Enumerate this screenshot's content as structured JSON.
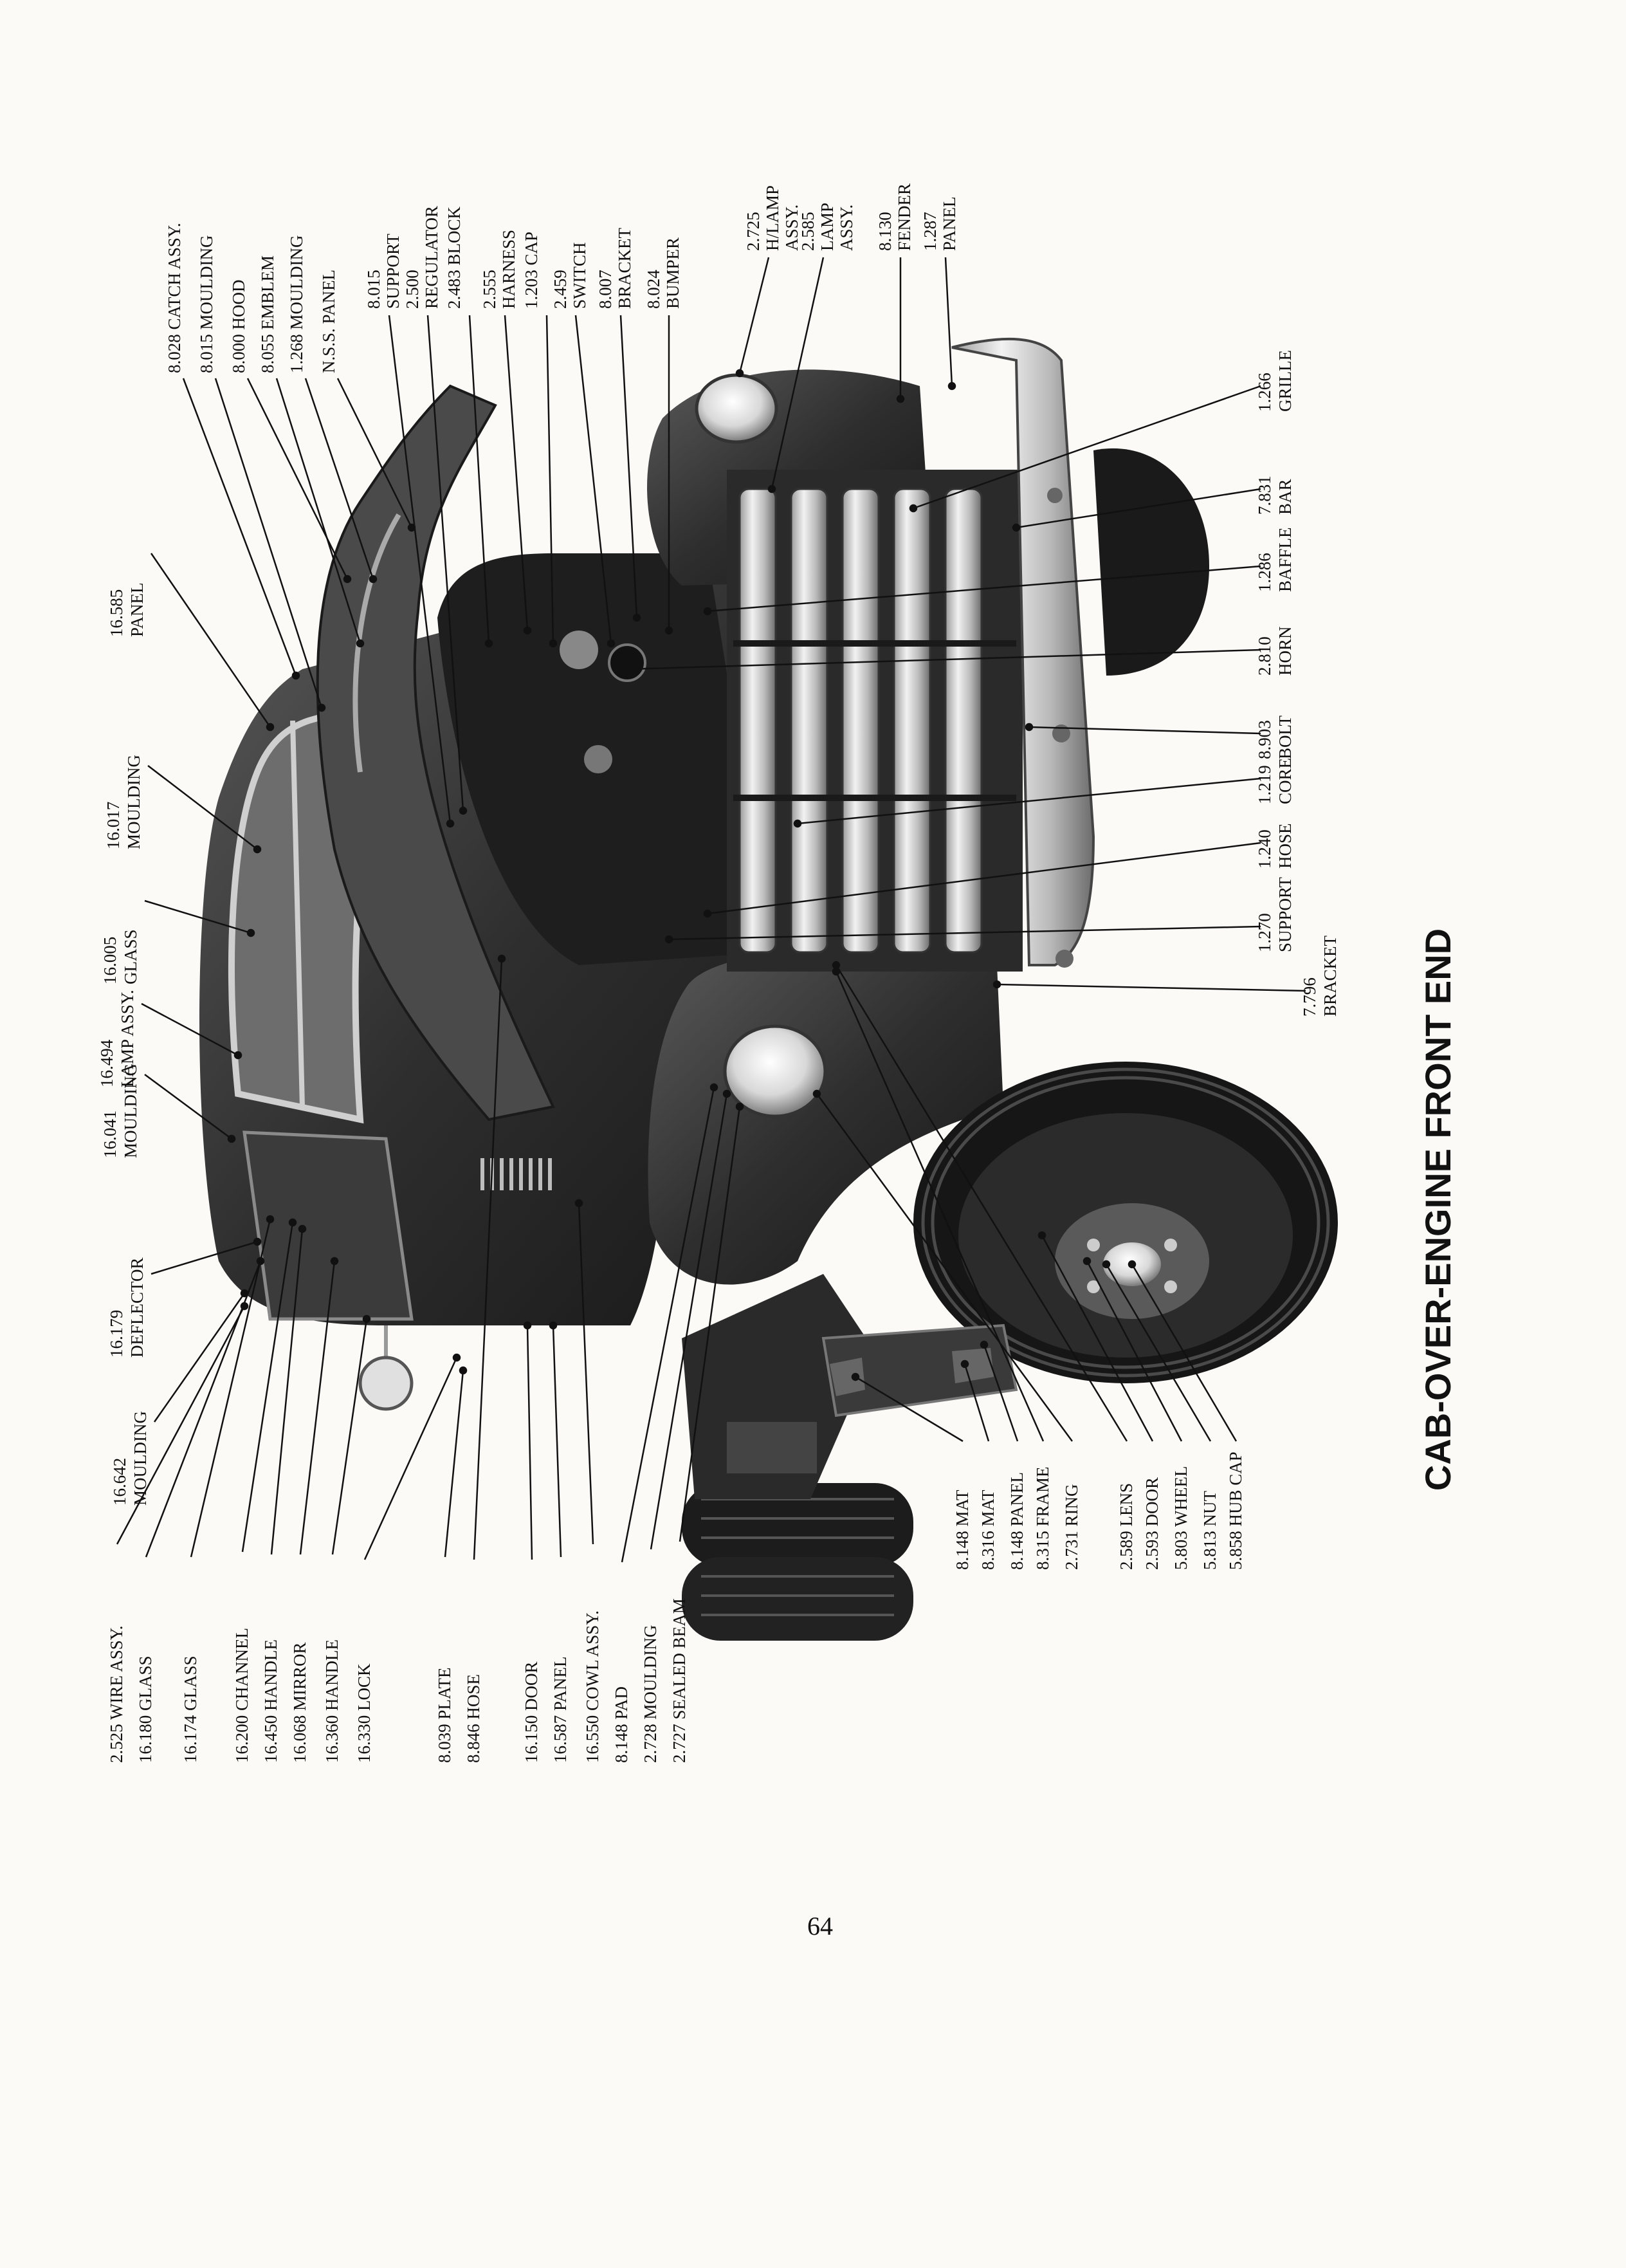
{
  "title": "CAB-OVER-ENGINE FRONT END",
  "page_number": "64",
  "labels_left": [
    {
      "number": "2.525",
      "name": "WIRE ASSY."
    },
    {
      "number": "16.180",
      "name": "GLASS"
    },
    {
      "number": "16.174",
      "name": "GLASS"
    },
    {
      "number": "16.200",
      "name": "CHANNEL"
    },
    {
      "number": "16.450",
      "name": "HANDLE"
    },
    {
      "number": "16.068",
      "name": "MIRROR"
    },
    {
      "number": "16.360",
      "name": "HANDLE"
    },
    {
      "number": "16.330",
      "name": "LOCK"
    },
    {
      "number": "8.039",
      "name": "PLATE"
    },
    {
      "number": "8.846",
      "name": "HOSE"
    },
    {
      "number": "16.150",
      "name": "DOOR"
    },
    {
      "number": "16.587",
      "name": "PANEL"
    },
    {
      "number": "16.550",
      "name": "COWL ASSY."
    },
    {
      "number": "8.148",
      "name": "PAD"
    },
    {
      "number": "2.728",
      "name": "MOULDING"
    },
    {
      "number": "2.727",
      "name": "SEALED BEAM"
    }
  ],
  "labels_bottom_right": [
    {
      "number": "8.148",
      "name": "MAT"
    },
    {
      "number": "8.316",
      "name": "MAT"
    },
    {
      "number": "8.148",
      "name": "PANEL"
    },
    {
      "number": "8.315",
      "name": "FRAME"
    },
    {
      "number": "2.731",
      "name": "RING"
    },
    {
      "number": "2.589",
      "name": "LENS"
    },
    {
      "number": "2.593",
      "name": "DOOR"
    },
    {
      "number": "5.803",
      "name": "WHEEL"
    },
    {
      "number": "5.813",
      "name": "NUT"
    },
    {
      "number": "5.858",
      "name": "HUB CAP"
    }
  ],
  "labels_top_stack": [
    {
      "number": "8.028",
      "name": "CATCH ASSY."
    },
    {
      "number": "8.015",
      "name": "MOULDING"
    },
    {
      "number": "8.000",
      "name": "HOOD"
    },
    {
      "number": "8.055",
      "name": "EMBLEM"
    },
    {
      "number": "1.268",
      "name": "MOULDING"
    },
    {
      "number": "",
      "name": "N.S.S. PANEL"
    }
  ],
  "labels_top_mid": [
    {
      "number": "8.015",
      "name": "SUPPORT"
    },
    {
      "number": "2.500",
      "name": "REGULATOR"
    },
    {
      "number": "2.483",
      "name": "BLOCK"
    },
    {
      "number": "2.555",
      "name": "HARNESS"
    },
    {
      "number": "1.203",
      "name": "CAP"
    },
    {
      "number": "2.459",
      "name": "SWITCH"
    },
    {
      "number": "8.007",
      "name": "BRACKET"
    },
    {
      "number": "8.024",
      "name": "BUMPER"
    }
  ],
  "labels_top_right": [
    {
      "number": "2.725",
      "name": "H/LAMP ASSY."
    },
    {
      "number": "2.585",
      "name": "LAMP ASSY."
    },
    {
      "number": "8.130",
      "name": "FENDER"
    },
    {
      "number": "1.287",
      "name": "PANEL"
    }
  ],
  "labels_middle_col": [
    {
      "number": "16.642",
      "name": "MOULDING"
    },
    {
      "number": "16.179",
      "name": "DEFLECTOR"
    },
    {
      "number": "16.041",
      "name": "MOULDING"
    },
    {
      "number": "16.494",
      "name": "LAMP ASSY."
    },
    {
      "number": "16.005",
      "name": "GLASS"
    },
    {
      "number": "16.017",
      "name": "MOULDING"
    },
    {
      "number": "16.585",
      "name": "PANEL"
    }
  ],
  "labels_right_col": [
    {
      "number": "1.266",
      "name": "GRILLE"
    },
    {
      "number": "7.831",
      "name": "BAR"
    },
    {
      "number": "1.286",
      "name": "BAFFLE"
    },
    {
      "number": "2.810",
      "name": "HORN"
    },
    {
      "number": "8.903",
      "name": "BOLT"
    },
    {
      "number": "1.219",
      "name": "CORE"
    },
    {
      "number": "1.240",
      "name": "HOSE"
    },
    {
      "number": "1.270",
      "name": "SUPPORT"
    },
    {
      "number": "7.796",
      "name": "BRACKET"
    }
  ]
}
